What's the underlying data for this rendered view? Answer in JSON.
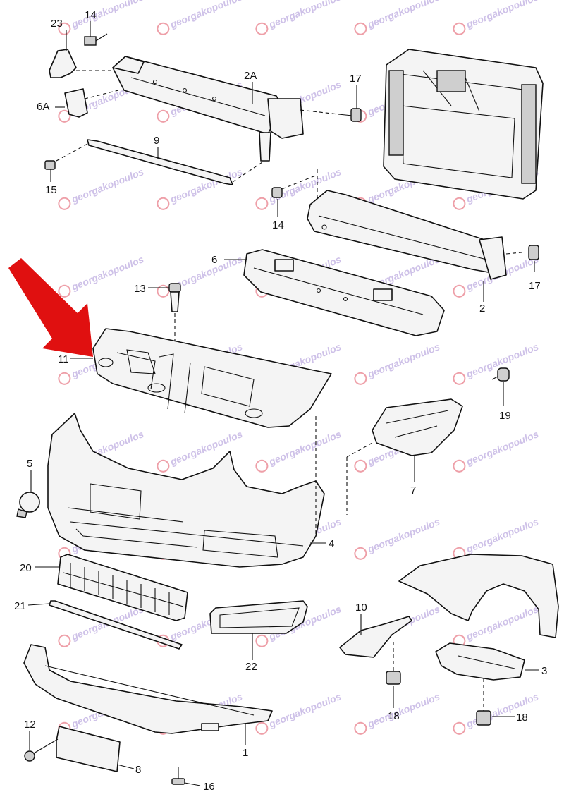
{
  "diagram": {
    "watermark_text": "georgakopoulos",
    "callouts": [
      {
        "id": "23",
        "label": "23"
      },
      {
        "id": "14a",
        "label": "14"
      },
      {
        "id": "2A",
        "label": "2A"
      },
      {
        "id": "17a",
        "label": "17"
      },
      {
        "id": "6A",
        "label": "6A"
      },
      {
        "id": "9",
        "label": "9"
      },
      {
        "id": "15",
        "label": "15"
      },
      {
        "id": "14b",
        "label": "14"
      },
      {
        "id": "6",
        "label": "6"
      },
      {
        "id": "17b",
        "label": "17"
      },
      {
        "id": "2",
        "label": "2"
      },
      {
        "id": "13",
        "label": "13"
      },
      {
        "id": "11",
        "label": "11"
      },
      {
        "id": "19",
        "label": "19"
      },
      {
        "id": "5",
        "label": "5"
      },
      {
        "id": "7",
        "label": "7"
      },
      {
        "id": "4",
        "label": "4"
      },
      {
        "id": "20",
        "label": "20"
      },
      {
        "id": "21",
        "label": "21"
      },
      {
        "id": "10",
        "label": "10"
      },
      {
        "id": "22",
        "label": "22"
      },
      {
        "id": "3",
        "label": "3"
      },
      {
        "id": "12",
        "label": "12"
      },
      {
        "id": "18a",
        "label": "18"
      },
      {
        "id": "18b",
        "label": "18"
      },
      {
        "id": "1",
        "label": "1"
      },
      {
        "id": "8",
        "label": "8"
      },
      {
        "id": "16",
        "label": "16"
      }
    ],
    "highlight_color": "#e01010"
  }
}
